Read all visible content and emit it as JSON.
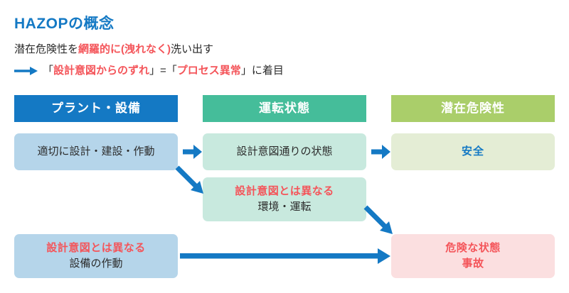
{
  "page": {
    "title": "HAZOPの概念",
    "title_color": "#1479c4",
    "accent_red": "#f4555a",
    "accent_blue": "#1479c4"
  },
  "subtitle": {
    "line1_part1": "潜在危険性を",
    "line1_emphasis": "網羅的に(洩れなく)",
    "line1_part2": "洗い出す",
    "line2_arrow_icon": "right-arrow-icon",
    "line2_open_bracket": "「",
    "line2_emphasis1": "設計意図からのずれ",
    "line2_mid": "」=「",
    "line2_emphasis2": "プロセス異常",
    "line2_tail": "」に着目"
  },
  "columns": [
    {
      "label": "プラント・設備",
      "color": "#1479c4"
    },
    {
      "label": "運転状態",
      "color": "#45bd9a"
    },
    {
      "label": "潜在危険性",
      "color": "#aace6a"
    }
  ],
  "boxes": {
    "plant_ok": {
      "line1": "適切に設計・建設・作動",
      "bg": "#b5d5ea"
    },
    "state_ok": {
      "line1": "設計意図通りの状態",
      "bg": "#c8e9de"
    },
    "safe": {
      "line1": "安全",
      "bg": "#e4edd5"
    },
    "state_dev": {
      "line1": "設計意図とは異なる",
      "line2": "環境・運転",
      "bg": "#c8e9de"
    },
    "plant_dev": {
      "line1": "設計意図とは異なる",
      "line2": "設備の作動",
      "bg": "#b5d5ea"
    },
    "hazard": {
      "line1": "危険な状態",
      "line2": "事故",
      "bg": "#fbdfe0"
    }
  },
  "arrows": [
    {
      "name": "arrow-plant-ok-to-state-ok",
      "direction": "right"
    },
    {
      "name": "arrow-state-ok-to-safe",
      "direction": "right"
    },
    {
      "name": "arrow-plant-ok-to-state-dev",
      "direction": "down-right"
    },
    {
      "name": "arrow-state-dev-to-hazard",
      "direction": "down-right"
    },
    {
      "name": "arrow-plant-dev-to-hazard",
      "direction": "right-long"
    }
  ]
}
